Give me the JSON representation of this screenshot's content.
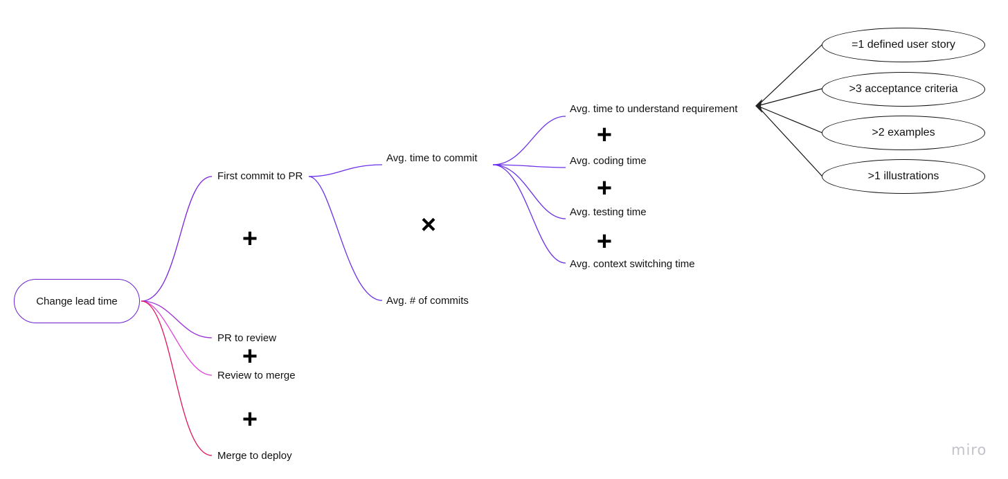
{
  "root": {
    "label": "Change lead time",
    "color": "#6a1fd0"
  },
  "level1": [
    {
      "label": "First commit to PR",
      "color": "#7a1fe0"
    },
    {
      "label": "PR to review",
      "color": "#9b2fd8"
    },
    {
      "label": "Review to merge",
      "color": "#e040d8"
    },
    {
      "label": "Merge to deploy",
      "color": "#e0145a"
    }
  ],
  "level2": [
    {
      "label": "Avg. time to commit"
    },
    {
      "label": "Avg. # of commits"
    }
  ],
  "level3": [
    {
      "label": "Avg. time to understand requirement"
    },
    {
      "label": "Avg. coding time"
    },
    {
      "label": "Avg. testing time"
    },
    {
      "label": "Avg. context switching time"
    }
  ],
  "criteria": [
    {
      "label": "=1 defined user story"
    },
    {
      "label": ">3 acceptance criteria"
    },
    {
      "label": ">2 examples"
    },
    {
      "label": ">1 illustrations"
    }
  ],
  "operators": {
    "plus": "+",
    "times": "×"
  },
  "colors": {
    "branch_purple": "#7a1fe0",
    "branch_violet": "#6a2fe8",
    "branch_magenta": "#e040d8",
    "branch_red": "#e0145a",
    "arrow": "#111111"
  },
  "watermark": "miro"
}
